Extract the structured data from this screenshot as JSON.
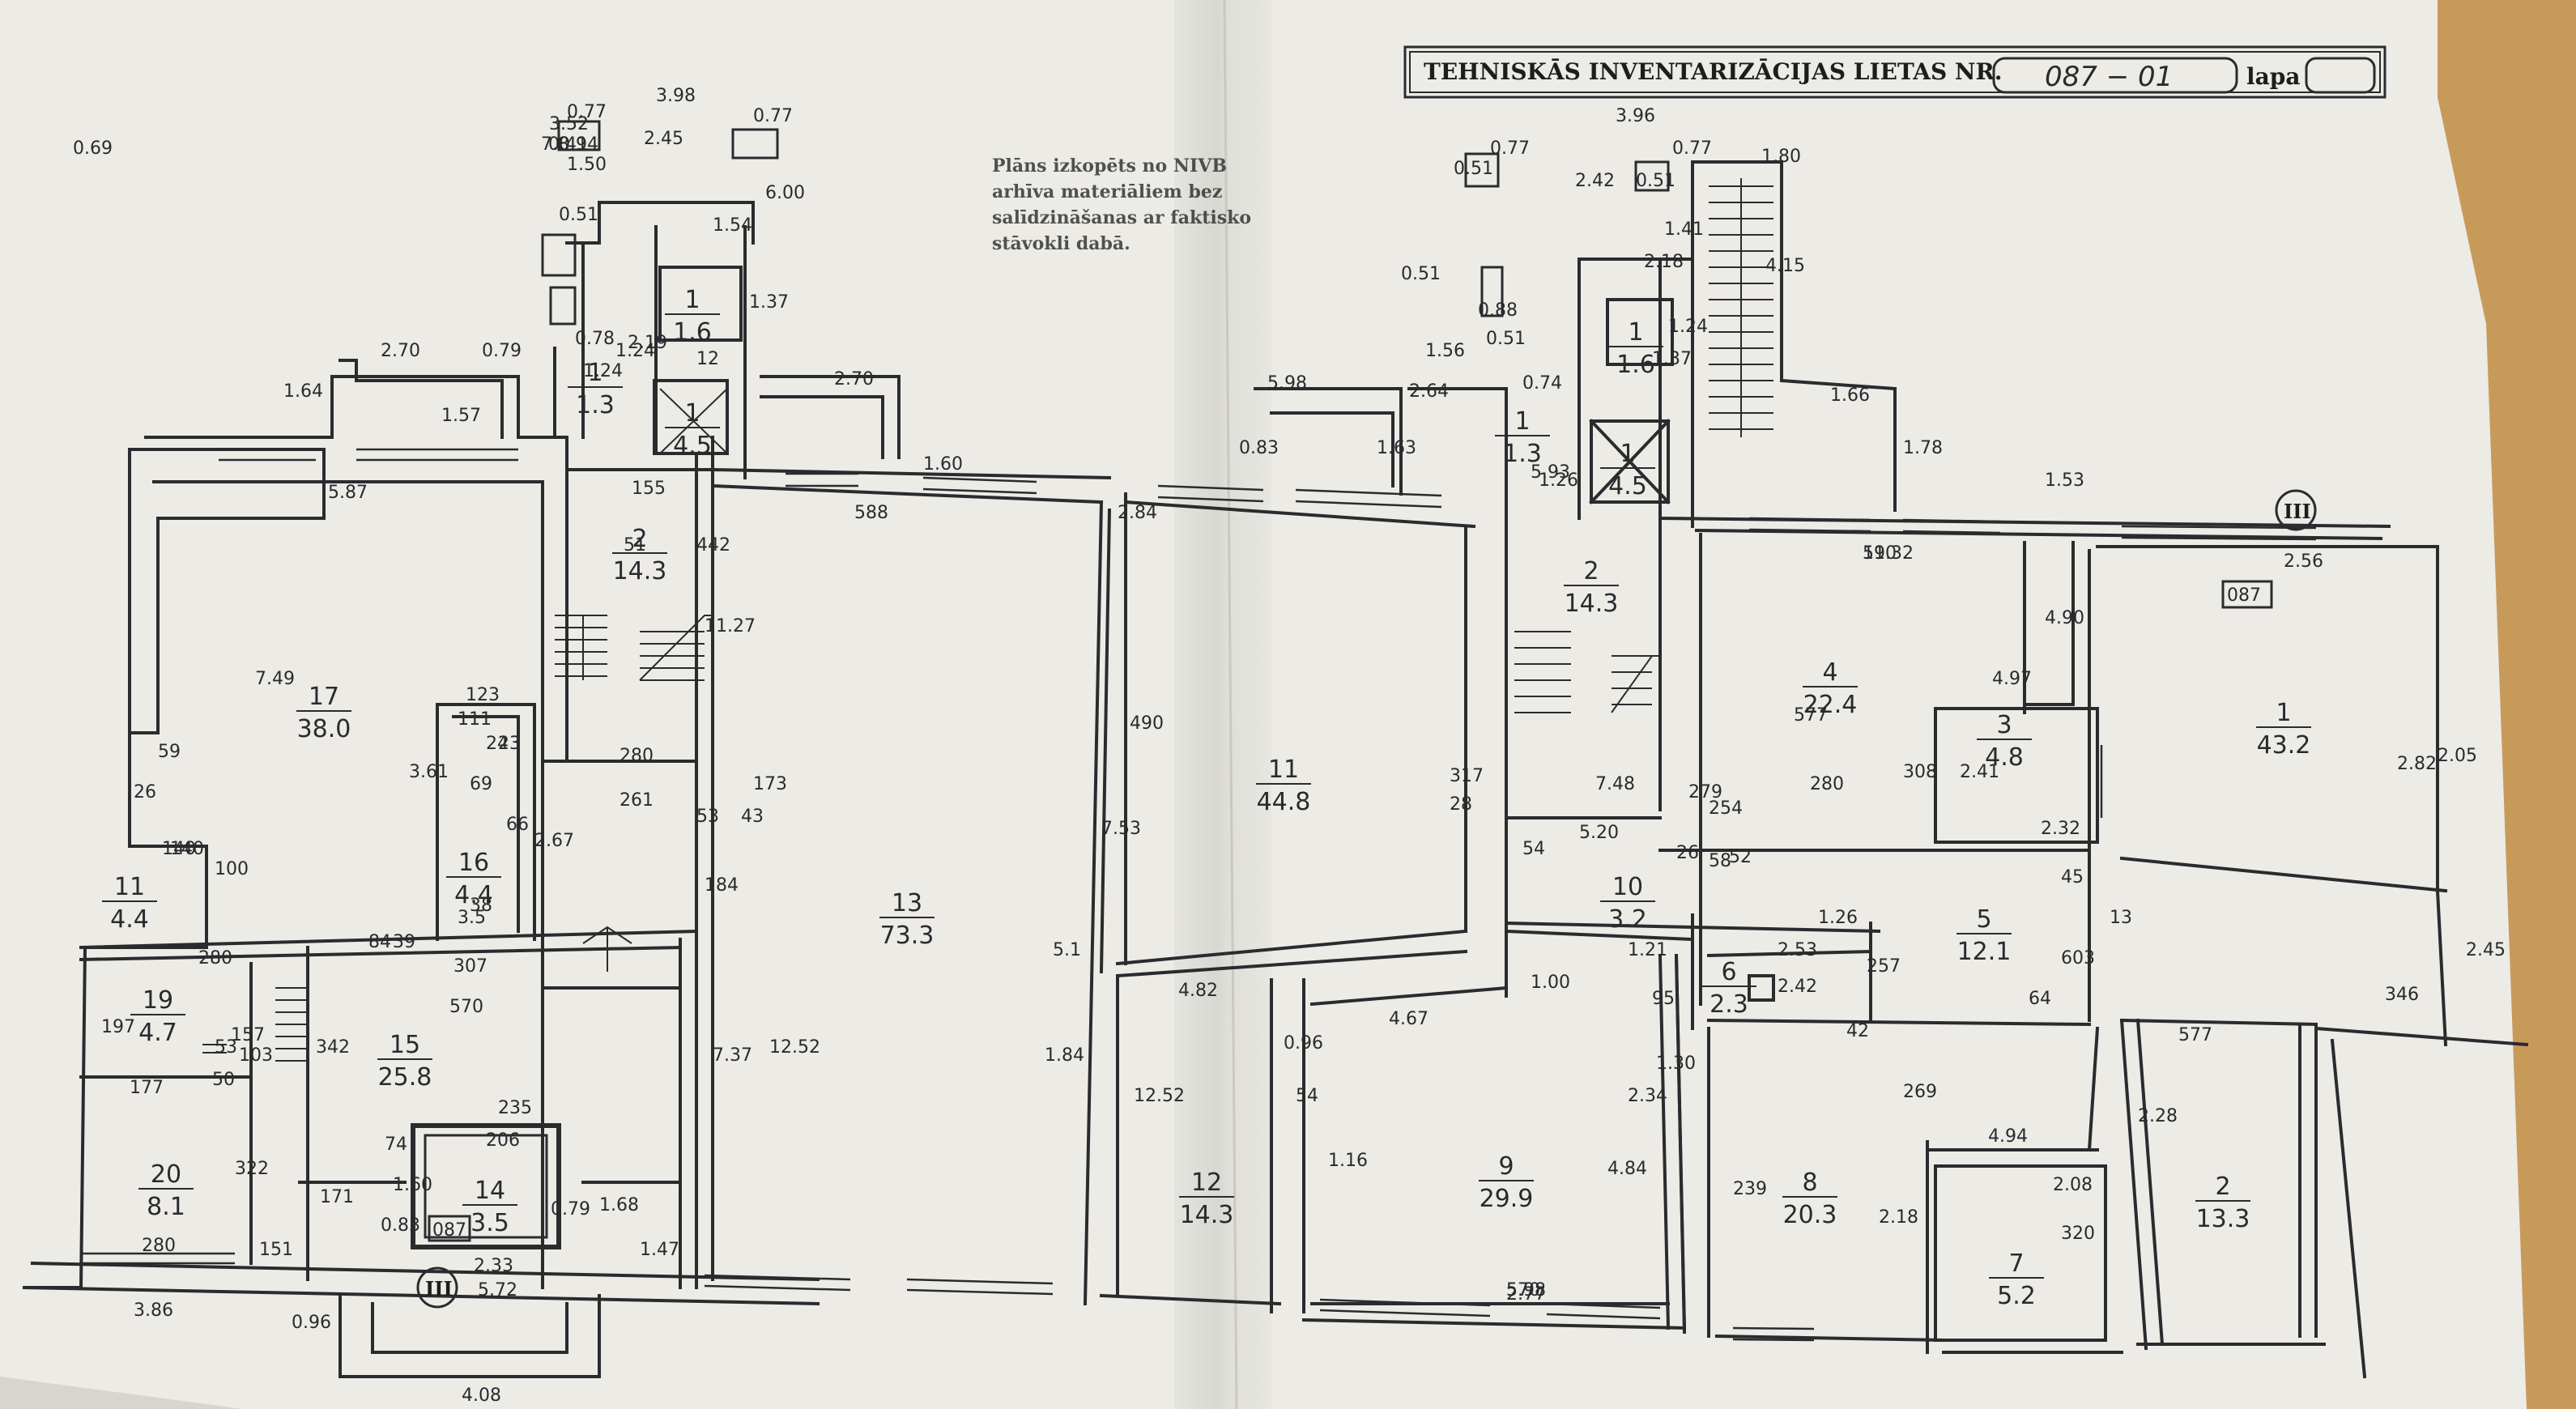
{
  "colors": {
    "paper": "#ecebe6",
    "paper_shadow": "#d9d8d2",
    "ink": "#2b2b2f",
    "table": "#c89a5a",
    "stamp_ink": "#8a8a8a"
  },
  "header": {
    "title": "TEHNISKĀS INVENTARIZĀCIJAS LIETAS NR.",
    "case_number": "087 − 01",
    "page_label": "lapa",
    "page_number": ""
  },
  "stamp": {
    "lines": [
      "Plāns izkopēts no NIVB",
      "arhīva materiāliem bez",
      "salīdzināšanas ar faktisko",
      "stāvokli dabā."
    ]
  },
  "left_plan": {
    "rooms": [
      {
        "num": "17",
        "area": "38.0"
      },
      {
        "num": "2",
        "area": "14.3"
      },
      {
        "num": "13",
        "area": "73.3"
      },
      {
        "num": "16",
        "area": "4.4"
      },
      {
        "num": "15",
        "area": "25.8"
      },
      {
        "num": "19",
        "area": "4.7"
      },
      {
        "num": "20",
        "area": "8.1"
      },
      {
        "num": "14",
        "area": "3.5"
      },
      {
        "num": "1",
        "area": "1.6"
      },
      {
        "num": "1",
        "area": "1.3"
      },
      {
        "num": "1",
        "area": "4.5"
      },
      {
        "num": "11",
        "area": "4.4"
      },
      {
        "num": "12",
        "area": "14.3"
      },
      {
        "num": "11",
        "area": "44.8"
      },
      {
        "num": "9",
        "area": "29.9"
      }
    ],
    "dims": [
      "3.98",
      "2.45",
      "0.77",
      "0.77",
      "3.52",
      "1.50",
      "0.51",
      "2.70",
      "0.79",
      "1.64",
      "1.57",
      "5.87",
      "7.49",
      "59",
      "26",
      "140",
      "100",
      "23",
      "123",
      "111",
      "3.61",
      "24",
      "69",
      "66",
      "280",
      "261",
      "2.67",
      "53",
      "43",
      "173",
      "184",
      "140",
      "307",
      "570",
      "84",
      "39",
      "38",
      "3.5",
      "280",
      "197",
      "157",
      "103",
      "342",
      "53",
      "50",
      "177",
      "322",
      "280",
      "3.86",
      "151",
      "0.96",
      "4.08",
      "171",
      "0.83",
      "1.60",
      "74",
      "235",
      "206",
      "0.79",
      "1.68",
      "2.33",
      "5.72",
      "1.47",
      "7.37",
      "12.52",
      "155",
      "51",
      "1.24",
      "1.24",
      "0.78",
      "2.19",
      "1.54",
      "6.00",
      "1.37",
      "12",
      "2.70",
      "1.60",
      "588",
      "11.27",
      "442",
      "490",
      "7.53",
      "5.1",
      "1.84",
      "12.52",
      "4.82",
      "2.84",
      "5.98",
      "2.64",
      "0.83",
      "1.63",
      "1.56",
      "0.96",
      "54",
      "1.16",
      "4.67",
      "317",
      "28",
      "7.8",
      "0.94",
      "0.41",
      "0.69"
    ],
    "marks": [
      "087",
      "III"
    ]
  },
  "right_plan": {
    "rooms": [
      {
        "num": "1",
        "area": "1.6"
      },
      {
        "num": "1",
        "area": "1.3"
      },
      {
        "num": "1",
        "area": "4.5"
      },
      {
        "num": "2",
        "area": "14.3"
      },
      {
        "num": "4",
        "area": "22.4"
      },
      {
        "num": "3",
        "area": "4.8"
      },
      {
        "num": "1",
        "area": "43.2"
      },
      {
        "num": "10",
        "area": "3.2"
      },
      {
        "num": "5",
        "area": "12.1"
      },
      {
        "num": "6",
        "area": "2.3"
      },
      {
        "num": "8",
        "area": "20.3"
      },
      {
        "num": "7",
        "area": "5.2"
      },
      {
        "num": "2",
        "area": "13.3"
      }
    ],
    "dims": [
      "3.96",
      "0.77",
      "0.51",
      "2.42",
      "0.51",
      "0.77",
      "1.80",
      "1.41",
      "4.15",
      "0.51",
      "0.51",
      "0.88",
      "2.18",
      "1.24",
      "1.37",
      "0.74",
      "1.26",
      "5.93",
      "1.66",
      "1.78",
      "1.53",
      "11.32",
      "590",
      "4.90",
      "2.56",
      "577",
      "4.97",
      "280",
      "308",
      "2.41",
      "2.32",
      "2.82",
      "2.05",
      "7.48",
      "5.20",
      "279",
      "254",
      "26",
      "58",
      "52",
      "45",
      "13",
      "54",
      "1.21",
      "1.26",
      "2.53",
      "257",
      "2.42",
      "1.00",
      "95",
      "1.30",
      "2.34",
      "42",
      "64",
      "603",
      "346",
      "2.45",
      "577",
      "2.28",
      "269",
      "4.94",
      "2.08",
      "320",
      "239",
      "2.18",
      "4.84",
      "2.77",
      "5.98",
      "570"
    ],
    "marks": [
      "087",
      "III"
    ]
  }
}
